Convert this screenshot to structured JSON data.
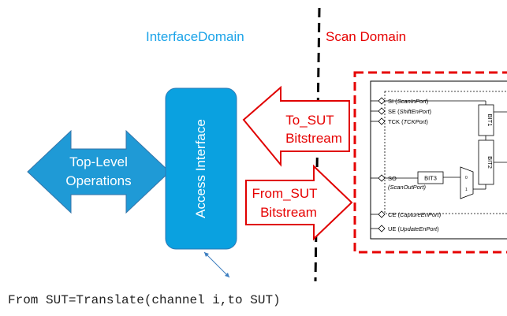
{
  "diagram": {
    "interface_domain_label": "InterfaceDomain",
    "scan_domain_label": "Scan Domain",
    "top_level_operations": [
      "Top-Level",
      "Operations"
    ],
    "access_interface": "Access Interface",
    "to_sut": [
      "To_SUT",
      "Bitstream"
    ],
    "from_sut": [
      "From_SUT",
      "Bitstream"
    ],
    "formula": "From SUT=Translate(channel i,to SUT)"
  },
  "scan_block": {
    "ports_top": [
      {
        "name": "SI",
        "port": "ScanInPort"
      },
      {
        "name": "SE",
        "port": "ShiftEnPort"
      },
      {
        "name": "TCK",
        "port": "TCKPort"
      }
    ],
    "so": {
      "name": "SO",
      "port": "ScanOutPort"
    },
    "ports_bottom": [
      {
        "name": "CE",
        "port": "CaptureEnPort"
      },
      {
        "name": "UE",
        "port": "UpdateEnPort"
      }
    ],
    "bits": {
      "bit1": "BIT1",
      "bit2": "BIT2",
      "bit3": "BIT3"
    },
    "mux": {
      "in0": "0",
      "in1": "1"
    }
  },
  "colors": {
    "interface_blue": "#1aa3e8",
    "box_blue": "#0aa1e0",
    "shape_blue": "#1f9ad6",
    "scan_red": "#e60000",
    "arrow_red": "#e00000"
  }
}
